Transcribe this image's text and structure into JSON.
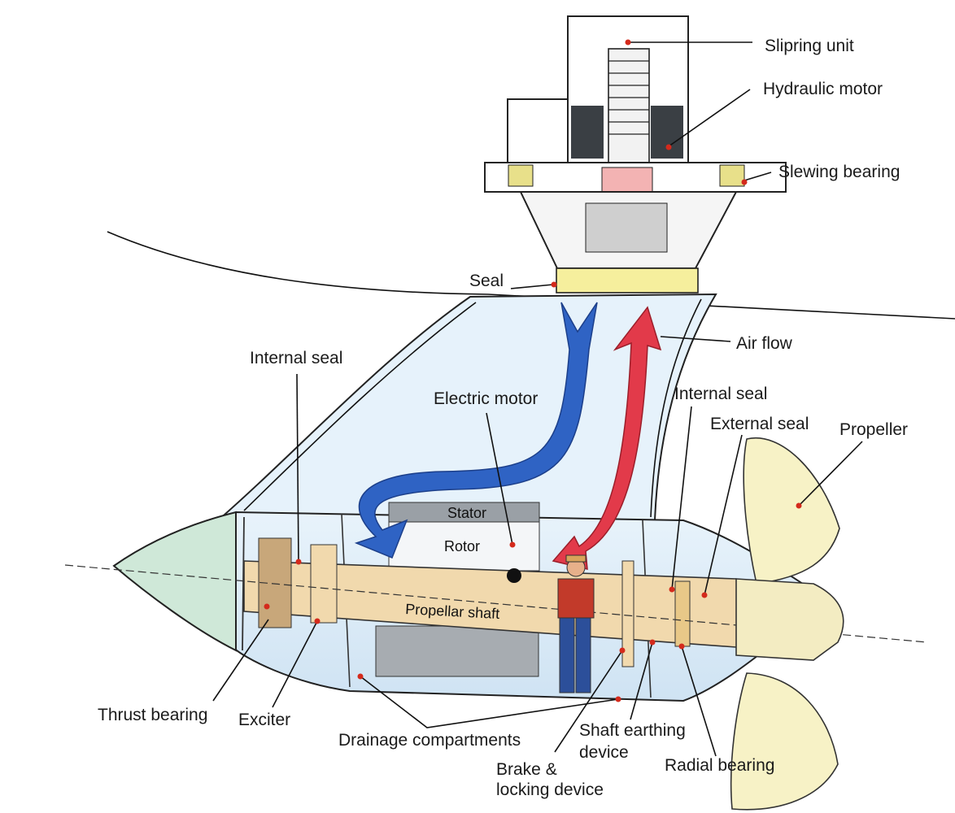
{
  "labels": {
    "slipring_unit": "Slipring unit",
    "hydraulic_motor": "Hydraulic motor",
    "slewing_bearing": "Slewing bearing",
    "seal": "Seal",
    "air_flow": "Air flow",
    "internal_seal_left": "Internal seal",
    "electric_motor": "Electric motor",
    "internal_seal_right": "Internal seal",
    "external_seal": "External seal",
    "propeller": "Propeller",
    "stator": "Stator",
    "rotor": "Rotor",
    "propeller_shaft": "Propellar shaft",
    "thrust_bearing": "Thrust bearing",
    "exciter": "Exciter",
    "drainage_compartments": "Drainage compartments",
    "shaft_earthing_line1": "Shaft earthing",
    "shaft_earthing_line2": "device",
    "brake_line1": "Brake &",
    "brake_line2": "locking device",
    "radial_bearing": "Radial bearing"
  },
  "colors": {
    "hull_fill": "#dfeef9",
    "nose_fill": "#cfe8d8",
    "shaft": "#f1d9ad",
    "propeller": "#f7f2c6",
    "cold_air": "#2f63c4",
    "warm_air": "#e23a4a",
    "marker": "#d42a1c"
  }
}
